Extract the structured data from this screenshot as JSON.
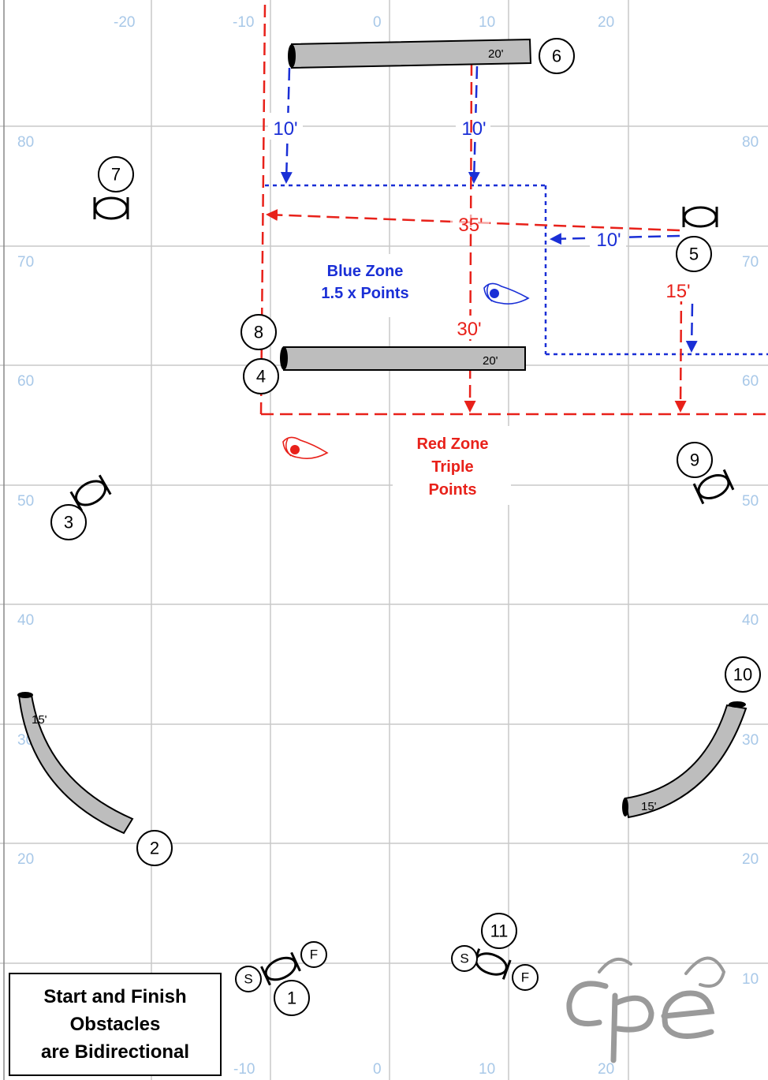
{
  "grid": {
    "x_top_labels": [
      "-20",
      "-10",
      "0",
      "10",
      "20"
    ],
    "x_bottom_labels": [
      "-10",
      "0",
      "10",
      "20"
    ],
    "y_left_labels": [
      "80",
      "70",
      "60",
      "50",
      "40",
      "30",
      "20"
    ],
    "y_right_labels": [
      "80",
      "70",
      "60",
      "50",
      "40",
      "30",
      "20",
      "10"
    ]
  },
  "obstacles": {
    "numbers": [
      "1",
      "2",
      "3",
      "4",
      "5",
      "6",
      "7",
      "8",
      "9",
      "10",
      "11"
    ],
    "start_marker": "S",
    "finish_marker": "F",
    "tunnel_lengths": {
      "tunnel_6": "20'",
      "tunnel_4_8": "20'",
      "tunnel_2": "15'",
      "tunnel_10": "15'"
    }
  },
  "distances": {
    "blue_left": "10'",
    "blue_mid": "10'",
    "blue_right": "10'",
    "red_top": "35'",
    "red_mid": "30'",
    "red_right": "15'"
  },
  "zones": {
    "blue_line1": "Blue Zone",
    "blue_line2": "1.5 x Points",
    "red_line1": "Red Zone",
    "red_line2": "Triple",
    "red_line3": "Points"
  },
  "note": {
    "line1": "Start and Finish",
    "line2": "Obstacles",
    "line3": "are Bidirectional"
  },
  "logo_text": "cpe",
  "colors": {
    "blue": "#1a2fd6",
    "red": "#e8211a",
    "grid": "#c8c8c8",
    "grid_label": "#a8c8e8",
    "tunnel": "#bdbdbd"
  }
}
